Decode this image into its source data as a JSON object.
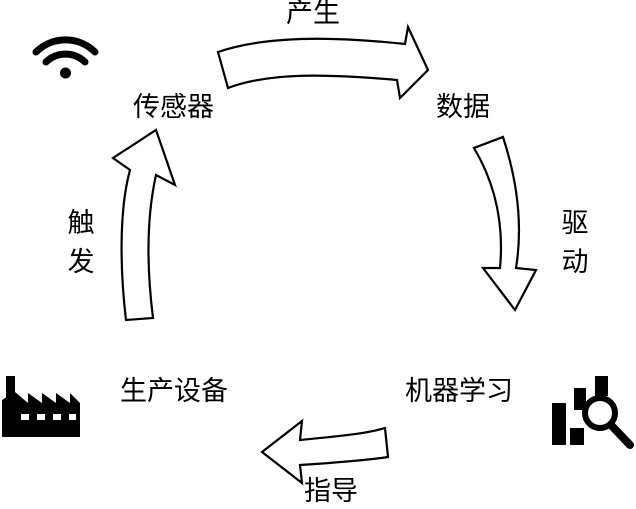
{
  "nodes": {
    "sensor": "传感器",
    "data": "数据",
    "ml": "机器学习",
    "equipment": "生产设备"
  },
  "edges": {
    "produce": "产生",
    "drive": [
      "驱",
      "动"
    ],
    "guide": "指导",
    "trigger": [
      "触",
      "发"
    ]
  },
  "icons": {
    "sensor": "wifi-icon",
    "ml": "chart-magnifier-icon",
    "equipment": "factory-icon"
  },
  "colors": {
    "stroke": "#000000",
    "fill": "#ffffff"
  }
}
